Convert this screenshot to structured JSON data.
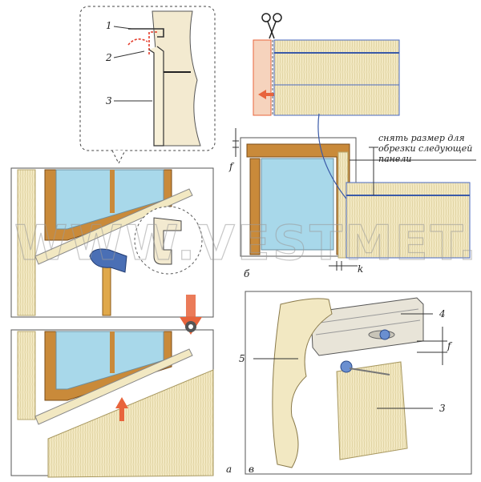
{
  "labels": {
    "num_1": "1",
    "num_2": "2",
    "num_3a": "3",
    "num_3b": "3",
    "num_4": "4",
    "num_5": "5",
    "f_top": "f",
    "f_bottom": "f",
    "k": "k",
    "b": "б",
    "a": "а",
    "v": "в"
  },
  "note": {
    "line1": "снять размер для",
    "line2": "обрезки следующей",
    "line3": "панели"
  },
  "watermark": "WWW.VESTMET.RU",
  "colors": {
    "siding": "#f2e8c2",
    "siding_dark": "#d8c98f",
    "wood": "#c98a3a",
    "glass": "#a8d8ea",
    "accent": "#e8643c",
    "blue_line": "#3a5aa8",
    "hammer_head": "#4a6fb5"
  }
}
